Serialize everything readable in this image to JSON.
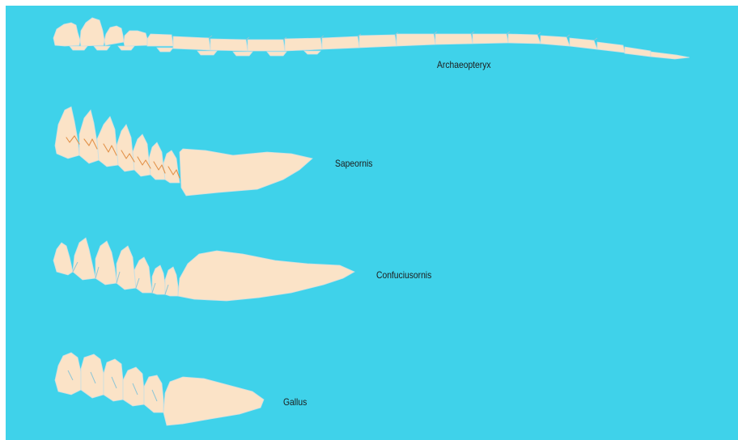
{
  "colors": {
    "background": "#3fd2ea",
    "bone": "#fbe3c7",
    "suture": "#e2924a"
  },
  "specimens": [
    {
      "id": "archaeopteryx",
      "label": "Archaeopteryx"
    },
    {
      "id": "sapeornis",
      "label": "Sapeornis"
    },
    {
      "id": "confuciusornis",
      "label": "Confuciusornis"
    },
    {
      "id": "gallus",
      "label": "Gallus"
    }
  ]
}
